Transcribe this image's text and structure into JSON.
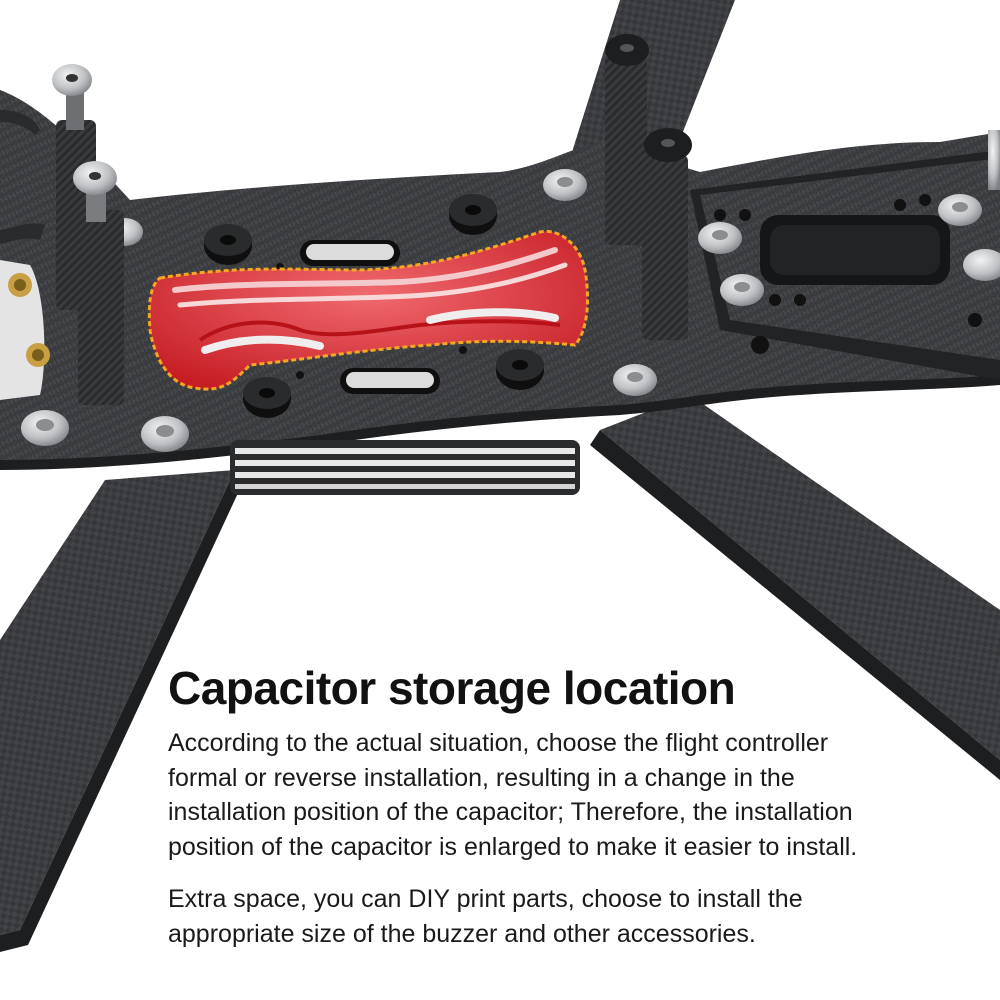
{
  "headline": "Capacitor storage location",
  "paragraphs": [
    "According to the actual situation, choose the flight controller formal or reverse installation, resulting in a change in the installation position of the capacitor; Therefore, the installation position of the capacitor is enlarged to make it easier to install.",
    "Extra space, you can DIY print parts, choose to install the appropriate size of the buzzer and other accessories."
  ],
  "colors": {
    "carbon": "#3b3c3f",
    "carbon_dark": "#1d1e20",
    "highlight": "#d8262c",
    "highlight_outline": "#f5a623",
    "standoff_nut": "#1a1a1a",
    "silver": "#c9cbcd",
    "gold": "#c8a043"
  },
  "icons": [
    "carbon-frame",
    "standoff",
    "hex-screw",
    "capacitor-cutout-highlight"
  ]
}
